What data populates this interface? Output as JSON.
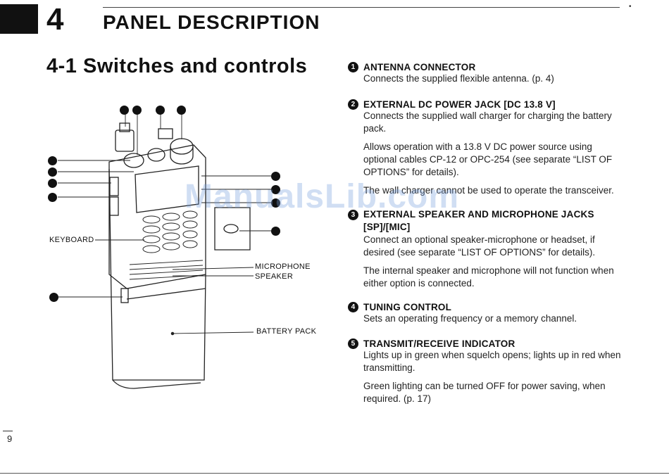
{
  "chapter": {
    "number": "4",
    "title": "PANEL DESCRIPTION"
  },
  "section": {
    "title": "4-1 Switches and controls"
  },
  "figure": {
    "labels": {
      "keyboard": "KEYBOARD",
      "microphone": "MICROPHONE",
      "speaker": "SPEAKER",
      "battery": "BATTERY PACK"
    }
  },
  "items": [
    {
      "number": "1",
      "title": "ANTENNA CONNECTOR",
      "paragraphs": [
        "Connects the supplied flexible antenna. (p. 4)"
      ]
    },
    {
      "number": "2",
      "title": "EXTERNAL DC POWER JACK [DC 13.8 V]",
      "paragraphs": [
        "Connects the supplied wall charger for charging the battery pack.",
        "Allows operation with a 13.8 V DC power source using optional cables CP-12 or OPC-254 (see separate “LIST OF OPTIONS” for details).",
        "The wall charger cannot be used to operate the transceiver."
      ]
    },
    {
      "number": "3",
      "title": "EXTERNAL SPEAKER AND MICROPHONE JACKS [SP]/[MIC]",
      "paragraphs": [
        "Connect an optional speaker-microphone or headset, if desired (see separate “LIST OF OPTIONS” for details).",
        "The internal speaker and microphone will not function when either option is connected."
      ]
    },
    {
      "number": "4",
      "title": "TUNING CONTROL",
      "paragraphs": [
        "Sets an operating frequency or a memory channel."
      ]
    },
    {
      "number": "5",
      "title": "TRANSMIT/RECEIVE INDICATOR",
      "paragraphs": [
        "Lights up in green when squelch opens; lights up in red when transmitting.",
        "Green lighting can be turned OFF for power saving, when required. (p. 17)"
      ]
    }
  ],
  "watermark": "ManualsLib.com",
  "page_number": "9"
}
